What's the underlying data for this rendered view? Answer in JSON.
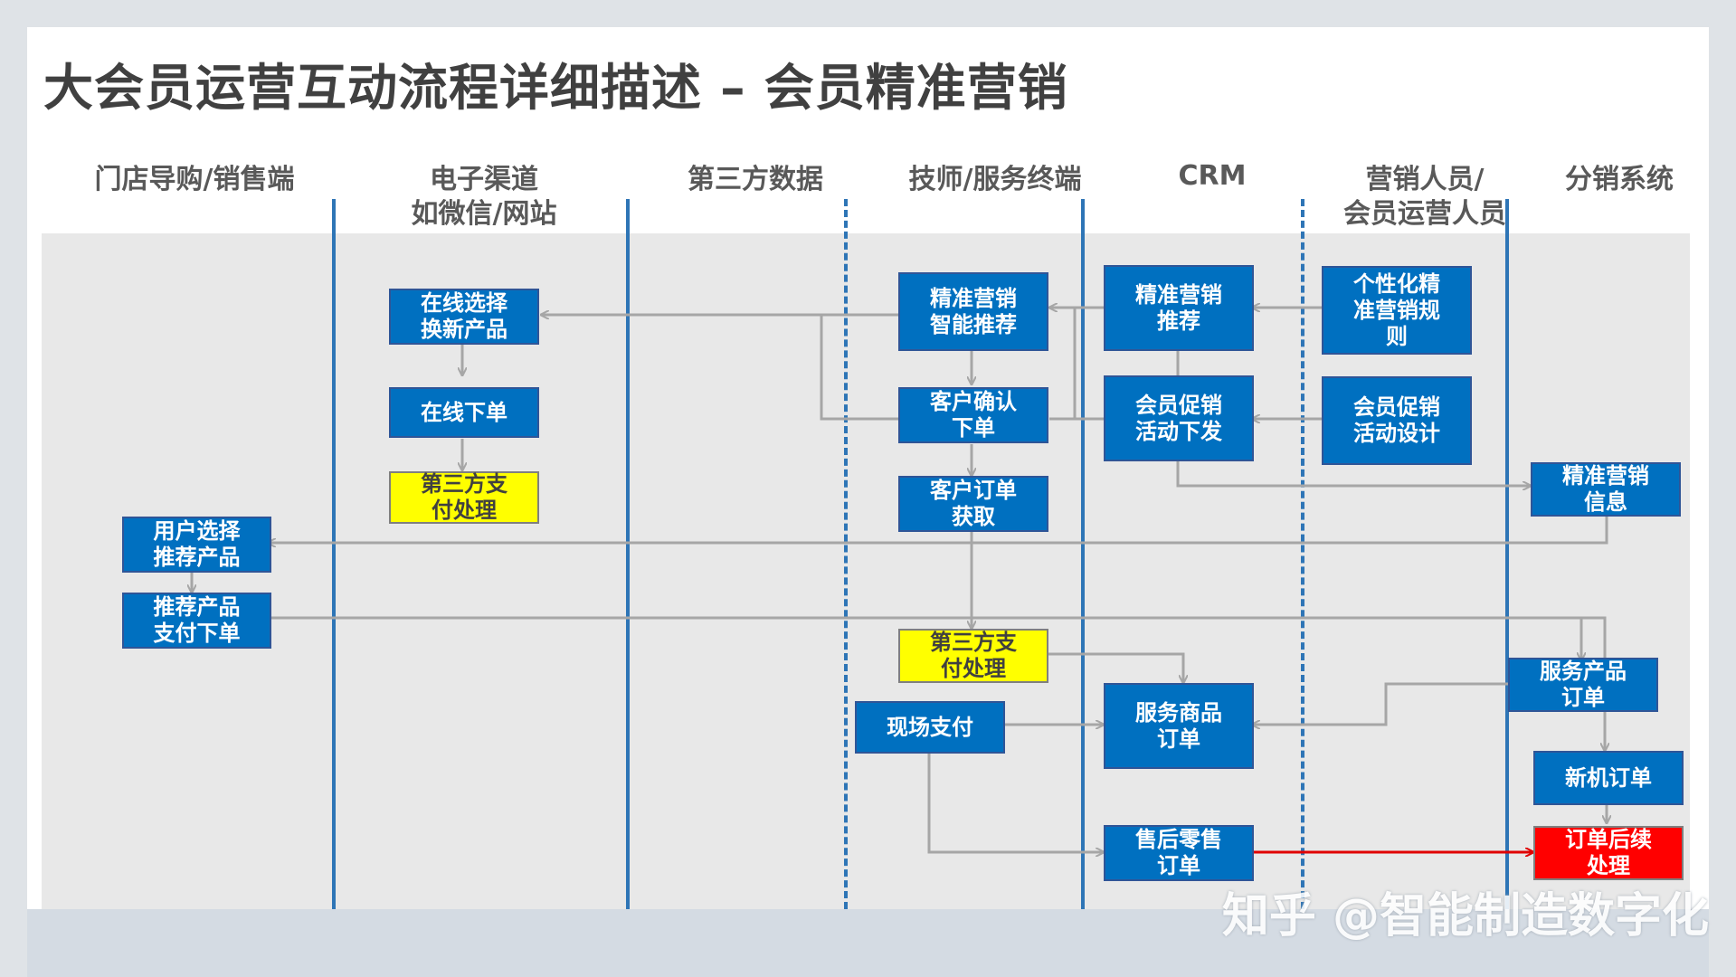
{
  "title": "大会员运营互动流程详细描述 – 会员精准营销",
  "lanes": [
    "门店导购/销售端",
    "电子渠道\n如微信/网站",
    "第三方数据",
    "技师/服务终端",
    "CRM",
    "营销人员/\n会员运营人员",
    "分销系统"
  ],
  "boxes": {
    "online_select": "在线选择\n换新产品",
    "online_order": "在线下单",
    "third_pay_online": "第三方支\n付处理",
    "user_select": "用户选择\n推荐产品",
    "recommend_order": "推荐产品\n支付下单",
    "precise_smart": "精准营销\n智能推荐",
    "customer_confirm": "客户确认\n下单",
    "customer_get": "客户订单\n获取",
    "third_pay_tech": "第三方支\n付处理",
    "onsite_pay": "现场支付",
    "crm_recommend": "精准营销\n推荐",
    "crm_promo": "会员促销\n活动下发",
    "service_goods_order": "服务商品\n订单",
    "aftersale_order": "售后零售\n订单",
    "rules": "个性化精\n准营销规\n则",
    "promo_design": "会员促销\n活动设计",
    "dist_info": "精准营销\n信息",
    "service_product_order": "服务产品\n订单",
    "new_order": "新机订单",
    "order_followup": "订单后续\n处理"
  },
  "colors": {
    "box_blue": "#0070c0",
    "box_yellow": "#ffff00",
    "box_red": "#ff0000",
    "lane_line": "#2e75b6",
    "connector": "#a6a6a6",
    "red_connector": "#e00000"
  },
  "watermark": "知乎 @智能制造数字化"
}
